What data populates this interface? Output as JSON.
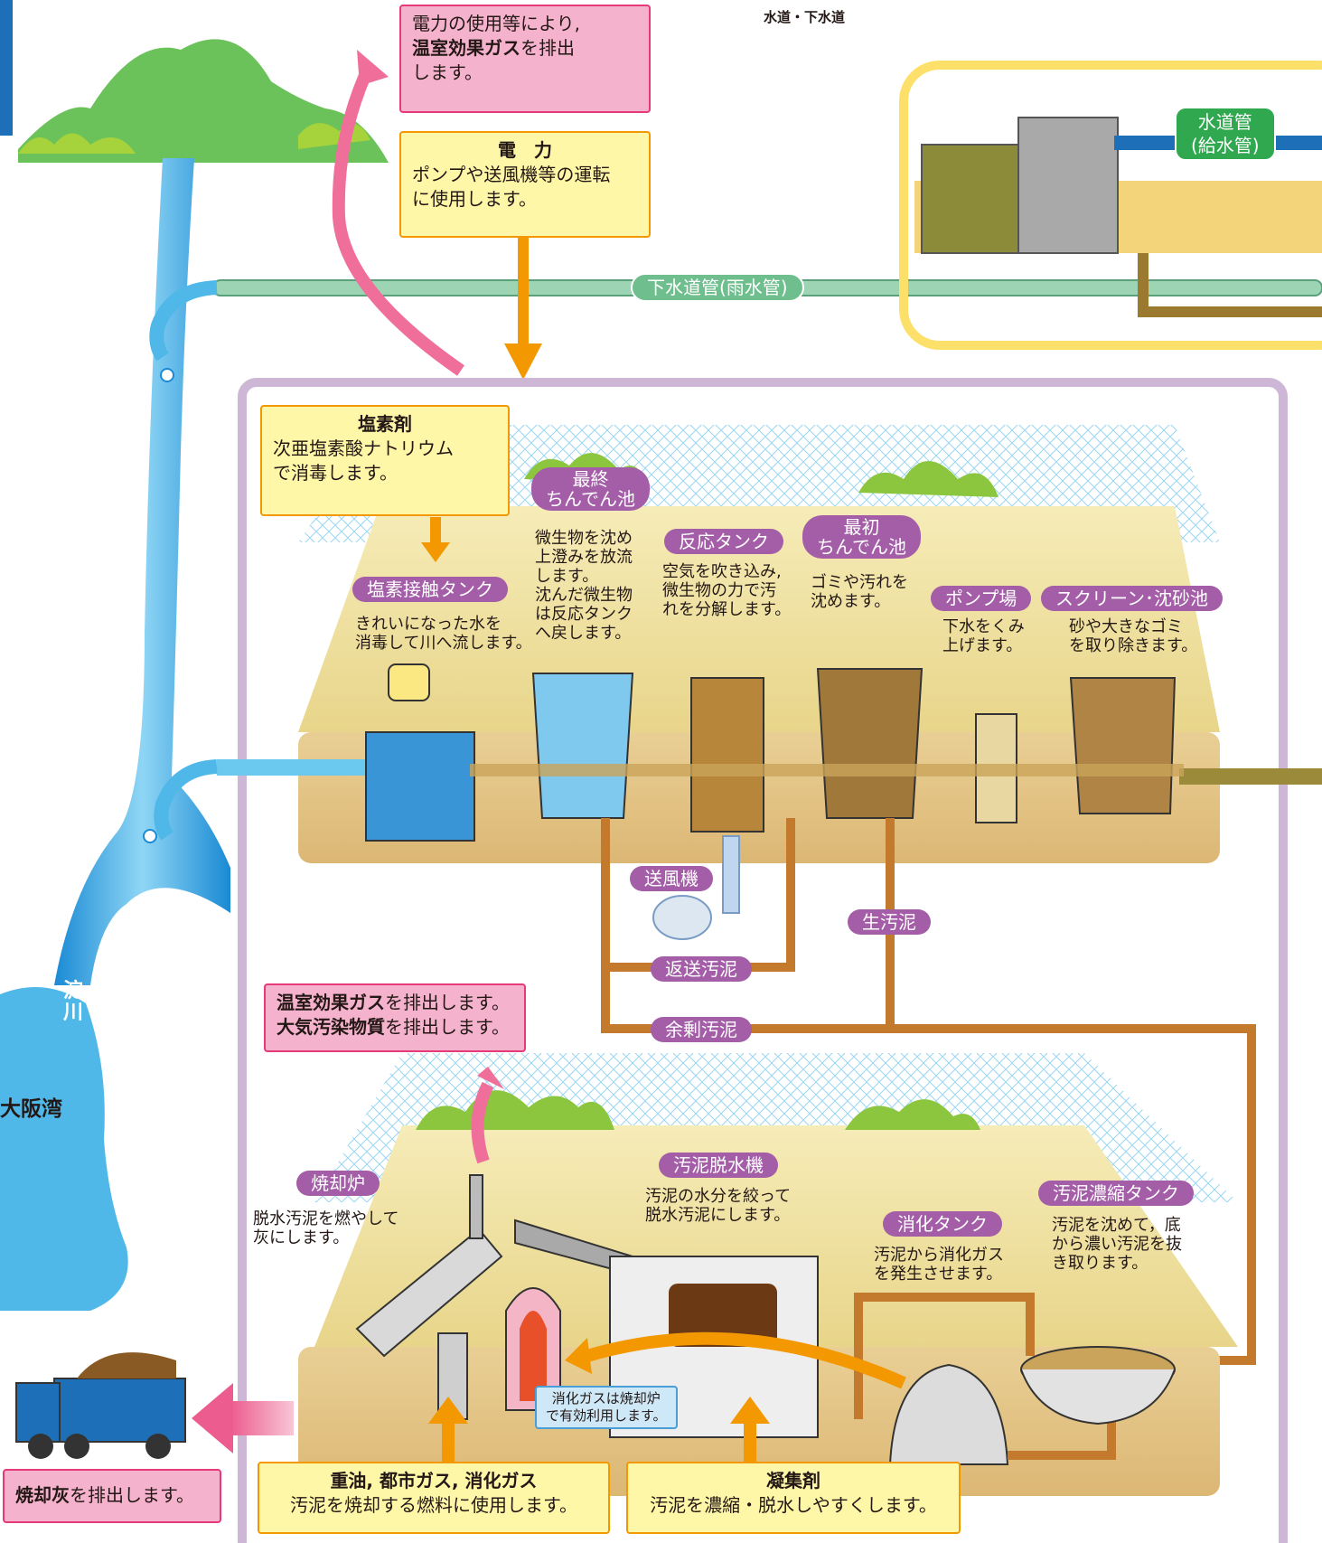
{
  "header": {
    "title": "水道・下水道"
  },
  "ghg_note": {
    "line1": "電力の使用等により,",
    "strong": "温室効果ガス",
    "rest": "を排出",
    "line3": "します。"
  },
  "electricity": {
    "title": "電　力",
    "line1": "ポンプや送風機等の運転",
    "line2": "に使用します。"
  },
  "pipes": {
    "water_supply_l1": "水道管",
    "water_supply_l2": "(給水管)",
    "storm_sewer": "下水道管(雨水管)"
  },
  "chlorine": {
    "title": "塩素剤",
    "line1": "次亜塩素酸ナトリウム",
    "line2": "で消毒します。"
  },
  "stages": {
    "final_settling": {
      "label_l1": "最終",
      "label_l2": "ちんでん池",
      "desc": [
        "微生物を沈め",
        "上澄みを放流",
        "します。",
        "沈んだ微生物",
        "は反応タンク",
        "へ戻します。"
      ]
    },
    "reaction_tank": {
      "label": "反応タンク",
      "desc": [
        "空気を吹き込み,",
        "微生物の力で汚",
        "れを分解します。"
      ]
    },
    "primary_settling": {
      "label_l1": "最初",
      "label_l2": "ちんでん池",
      "desc": [
        "ゴミや汚れを",
        "沈めます。"
      ]
    },
    "pump_station": {
      "label": "ポンプ場",
      "desc": [
        "下水をくみ",
        "上げます。"
      ]
    },
    "screen_grit": {
      "label": "スクリーン･沈砂池",
      "desc": [
        "砂や大きなゴミ",
        "を取り除きます。"
      ]
    },
    "chlorine_contact": {
      "label": "塩素接触タンク",
      "desc": [
        "きれいになった水を",
        "消毒して川へ流します。"
      ]
    },
    "blower": {
      "label": "送風機"
    },
    "raw_sludge": {
      "label": "生汚泥"
    },
    "return_sludge": {
      "label": "返送汚泥"
    },
    "excess_sludge": {
      "label": "余剰汚泥"
    },
    "incinerator": {
      "label": "焼却炉",
      "desc": [
        "脱水汚泥を燃やして",
        "灰にします。"
      ]
    },
    "dewatering": {
      "label": "汚泥脱水機",
      "desc": [
        "汚泥の水分を絞って",
        "脱水汚泥にします。"
      ]
    },
    "digestion": {
      "label": "消化タンク",
      "desc": [
        "汚泥から消化ガス",
        "を発生させます。"
      ]
    },
    "thickening": {
      "label": "汚泥濃縮タンク",
      "desc": [
        "汚泥を沈めて，底",
        "から濃い汚泥を抜",
        "き取ります。"
      ]
    }
  },
  "emissions_note": {
    "s1": "温室効果ガス",
    "r1": "を排出します。",
    "s2": "大気汚染物質",
    "r2": "を排出します。"
  },
  "digest_gas_note": {
    "line1": "消化ガスは焼却炉",
    "line2": "で有効利用します。"
  },
  "fuel": {
    "title": "重油, 都市ガス, 消化ガス",
    "desc": "汚泥を焼却する燃料に使用します。"
  },
  "coagulant": {
    "title": "凝集剤",
    "desc": "汚泥を濃縮・脱水しやすくします。"
  },
  "ash": {
    "strong": "焼却灰",
    "rest": "を排出します。"
  },
  "map": {
    "river": "淀川",
    "bay": "大阪湾"
  },
  "colors": {
    "frame": "#cdb6d6",
    "pill": "#a45ea8",
    "arrow": "#f39800",
    "sludge": "#c47a2c",
    "water": "#4fb8e8",
    "ground": "#f2e3a0"
  }
}
